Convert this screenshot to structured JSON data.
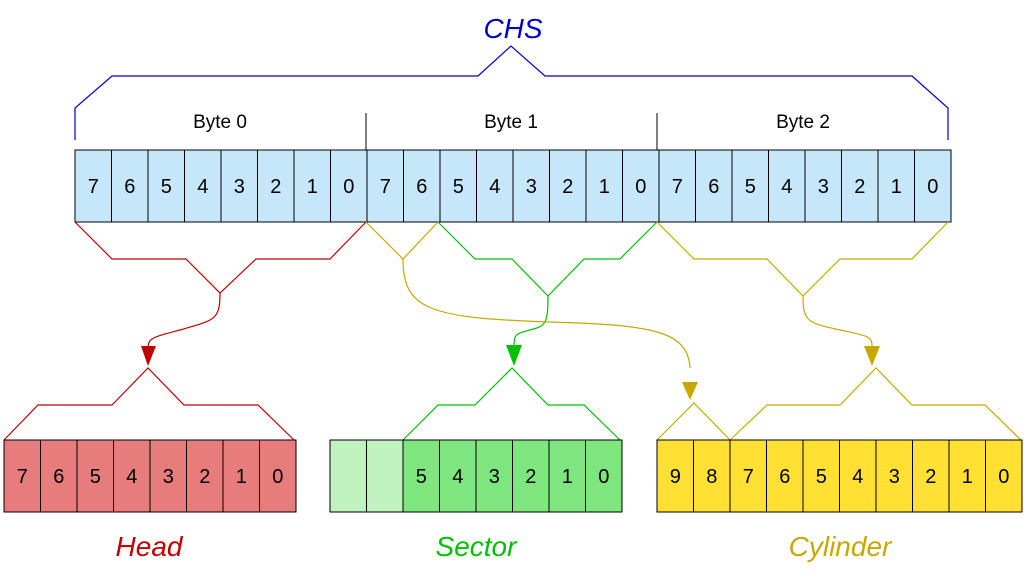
{
  "title": "CHS",
  "colors": {
    "chs": "#0000cc",
    "byte_cell_fill": "#c6e6fa",
    "head": "#c00000",
    "head_fill": "#e67c7c",
    "sector": "#00c000",
    "sector_fill": "#7fe57f",
    "sector_unused_fill": "#c0f2c0",
    "cylinder": "#c8a800",
    "cylinder_fill": "#ffe033"
  },
  "bytes": [
    {
      "label": "Byte 0",
      "bits": [
        "7",
        "6",
        "5",
        "4",
        "3",
        "2",
        "1",
        "0"
      ]
    },
    {
      "label": "Byte 1",
      "bits": [
        "7",
        "6",
        "5",
        "4",
        "3",
        "2",
        "1",
        "0"
      ]
    },
    {
      "label": "Byte 2",
      "bits": [
        "7",
        "6",
        "5",
        "4",
        "3",
        "2",
        "1",
        "0"
      ]
    }
  ],
  "outputs": {
    "head": {
      "label": "Head",
      "bits": [
        "7",
        "6",
        "5",
        "4",
        "3",
        "2",
        "1",
        "0"
      ]
    },
    "sector": {
      "label": "Sector",
      "bits": [
        "",
        "",
        "5",
        "4",
        "3",
        "2",
        "1",
        "0"
      ]
    },
    "cylinder": {
      "label": "Cylinder",
      "bits": [
        "9",
        "8",
        "7",
        "6",
        "5",
        "4",
        "3",
        "2",
        "1",
        "0"
      ]
    }
  }
}
